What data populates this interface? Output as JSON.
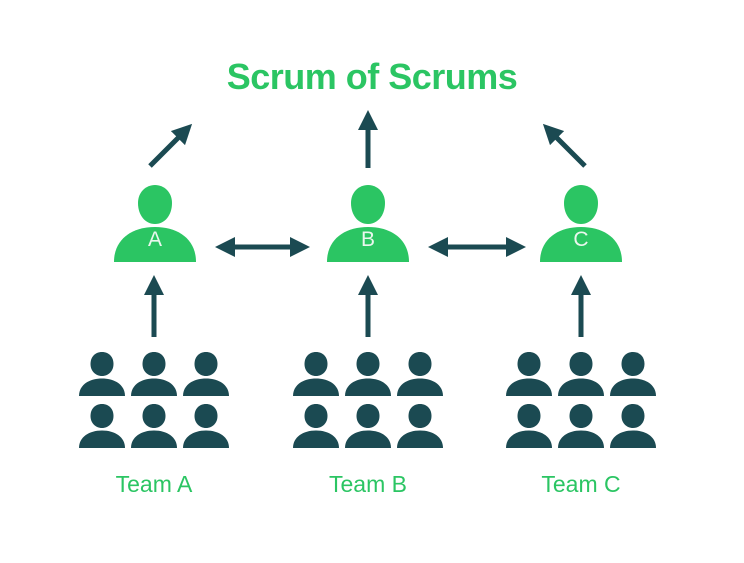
{
  "title": "Scrum of Scrums",
  "colors": {
    "accent_green": "#2BC563",
    "dark_teal": "#1B4A52",
    "background": "#FFFFFF",
    "leader_letter": "#EAF7EE"
  },
  "scrum_masters": [
    {
      "label": "A"
    },
    {
      "label": "B"
    },
    {
      "label": "C"
    }
  ],
  "teams": [
    {
      "label": "Team A",
      "member_count": 6
    },
    {
      "label": "Team B",
      "member_count": 6
    },
    {
      "label": "Team C",
      "member_count": 6
    }
  ],
  "connections": {
    "master_to_master": "bidirectional horizontal arrows A-B and B-C",
    "team_to_master": "upward arrow from each team to its scrum master",
    "master_to_scrum_of_scrums": "upward arrows from A, B, C toward the title"
  }
}
